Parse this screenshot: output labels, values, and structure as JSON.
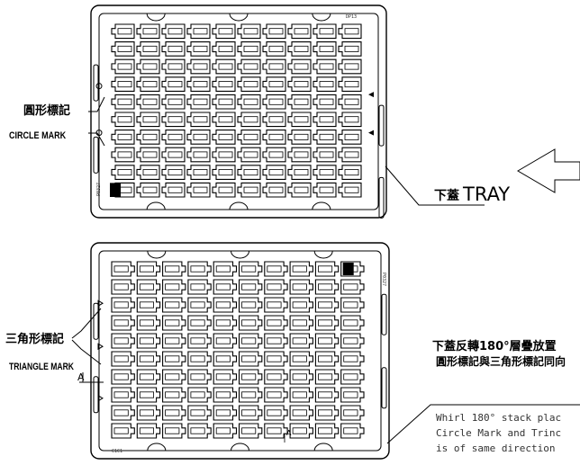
{
  "top_tray": {
    "code_top": "DP13",
    "code_side": "P0327",
    "left_label_cn": "圓形標記",
    "left_label_en": "CIRCLE MARK",
    "right_label_cn": "下蓋",
    "right_label_en": "TRAY"
  },
  "bottom_tray": {
    "code_side": "P0327",
    "code_bottom": "C1C1",
    "left_label_cn": "三角形標記",
    "left_label_en": "TRIANGLE MARK",
    "section_marker_a1": "A",
    "section_marker_a2": "A"
  },
  "instruction": {
    "title_cn": "下蓋反轉180°層疊放置",
    "subtitle_cn": "圓形標記與三角形標記同向",
    "line1": "Whirl 180° stack plac",
    "line2": "Circle Mark and Trinc",
    "line3": "is of same direction"
  }
}
